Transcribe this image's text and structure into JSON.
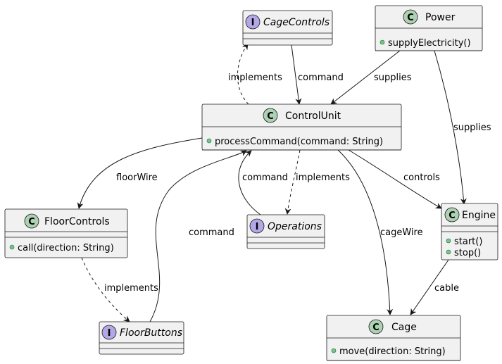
{
  "colors": {
    "class_badge": "#add1b2",
    "interface_badge": "#b4a7e5",
    "box_fill": "#f1f1f1",
    "stroke": "#181818",
    "member_dot": "#84be84"
  },
  "nodes": {
    "cage_controls": {
      "name": "CageControls",
      "kind": "interface",
      "badge": "I",
      "members": []
    },
    "power": {
      "name": "Power",
      "kind": "class",
      "badge": "C",
      "members": [
        "supplyElectricity()"
      ]
    },
    "control_unit": {
      "name": "ControlUnit",
      "kind": "class",
      "badge": "C",
      "members": [
        "processCommand(command: String)"
      ]
    },
    "floor_controls": {
      "name": "FloorControls",
      "kind": "class",
      "badge": "C",
      "members": [
        "call(direction: String)"
      ]
    },
    "operations": {
      "name": "Operations",
      "kind": "interface",
      "badge": "I",
      "members": []
    },
    "engine": {
      "name": "Engine",
      "kind": "class",
      "badge": "C",
      "members": [
        "start()",
        "stop()"
      ]
    },
    "floor_buttons": {
      "name": "FloorButtons",
      "kind": "interface",
      "badge": "I",
      "members": []
    },
    "cage": {
      "name": "Cage",
      "kind": "class",
      "badge": "C",
      "members": [
        "move(direction: String)"
      ]
    }
  },
  "edges": {
    "cu_implements_cagecontrols": "implements",
    "cagecontrols_command_cu": "command",
    "power_supplies_cu": "supplies",
    "power_supplies_engine": "supplies",
    "cu_floorwire": "floorWire",
    "cu_implements_operations": "implements",
    "operations_command_cu": "command",
    "floorbuttons_command_cu": "command",
    "cu_controls_engine": "controls",
    "cu_cagewire": "cageWire",
    "floorcontrols_implements_floorbuttons": "implements",
    "engine_cable_cage": "cable"
  }
}
